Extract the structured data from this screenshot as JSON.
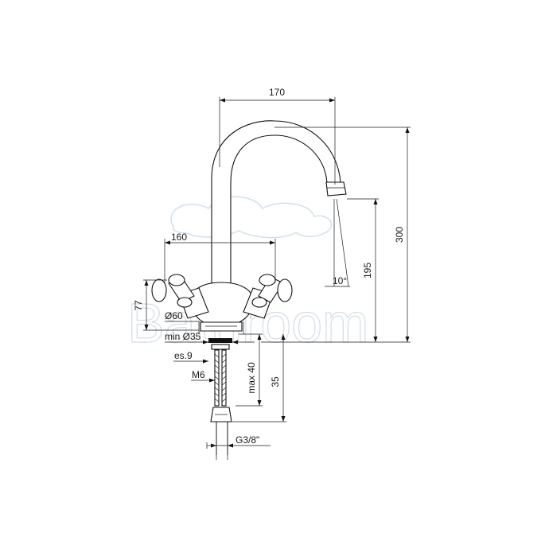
{
  "watermark": {
    "text": "Bathroom"
  },
  "dimensions": {
    "spout_reach": "170",
    "handle_span": "160",
    "total_height": "300",
    "spout_height": "195",
    "spout_angle": "10°",
    "handle_height": "77",
    "base_diameter": "Ø60",
    "hole_diameter": "min Ø35",
    "thickness": "es.9",
    "stud": "M6",
    "max_deck": "max 40",
    "deck_35": "35",
    "connection": "G3/8\""
  },
  "colors": {
    "line": "#1a1a1a",
    "watermark": "#d4dde6"
  }
}
